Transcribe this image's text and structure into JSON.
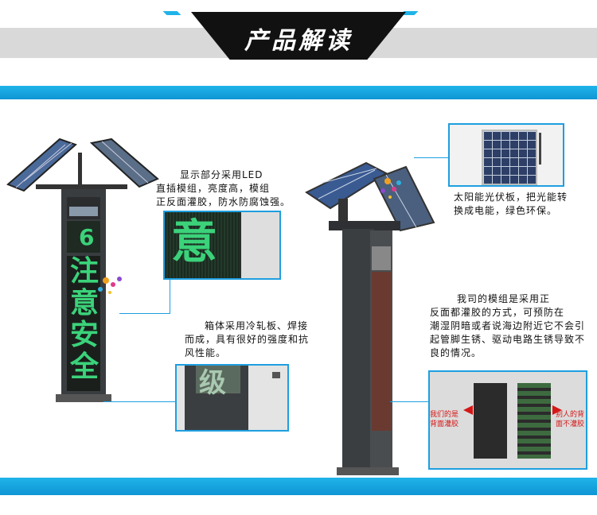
{
  "header": {
    "title": "产品解读"
  },
  "left_sign": {
    "digit": "6",
    "chars": [
      "注",
      "意",
      "安",
      "全"
    ]
  },
  "callouts": {
    "display_module": {
      "lines": [
        "显示部分采用LED",
        "直插模组，亮度高，模组",
        "正反面灌胶，防水防腐蚀强。"
      ]
    },
    "cabinet": {
      "lines": [
        "箱体采用冷轧板、焊接",
        "而成，具有很好的强度和抗",
        "风性能。"
      ]
    },
    "solar_panel": {
      "lines": [
        "太阳能光伏板，把光能转",
        "换成电能，绿色环保。"
      ]
    },
    "module_glue": {
      "lines": [
        "我司的模组是采用正",
        "反面都灌胶的方式，可预防在",
        "潮湿阴暗或者说海边附近它不会引",
        "起管脚生锈、驱动电路生锈导致不",
        "良的情况。"
      ]
    }
  },
  "zoom_display": {
    "char": "意"
  },
  "zoom_cabinet": {
    "char": "级"
  },
  "module_photo": {
    "left_label": [
      "我们的是",
      "背面灌胶"
    ],
    "right_label": [
      "别人的背",
      "面不灌胶"
    ]
  },
  "colors": {
    "accent": "#1e9fe0",
    "led_green": "#3bd27a",
    "arrow_red": "#d41818"
  }
}
